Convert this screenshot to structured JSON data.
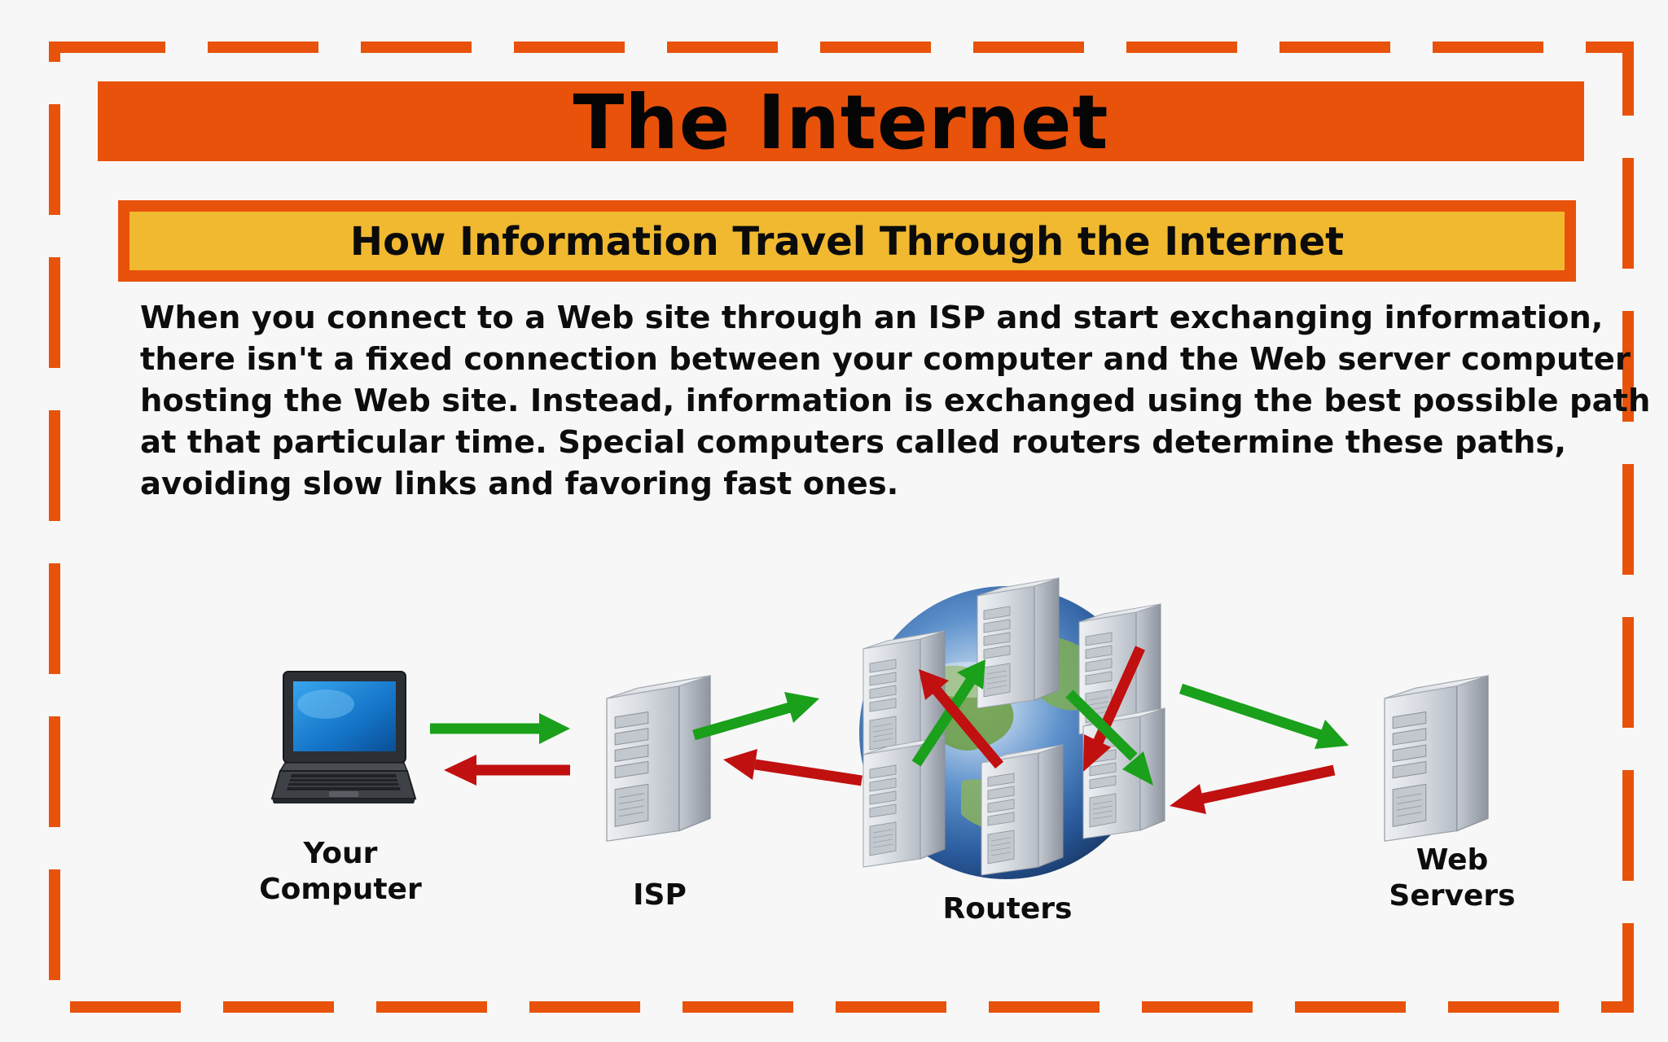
{
  "slide": {
    "title": "The Internet",
    "subtitle": "How Information Travel Through the Internet",
    "body_lines": [
      "When you connect to a Web site through an ISP and start exchanging information,",
      "there isn't a fixed connection between your computer and the Web server computer",
      "hosting the Web site. Instead, information is exchanged using the best possible path",
      "at that particular time. Special computers called routers determine these paths,",
      "avoiding slow links and favoring fast ones."
    ]
  },
  "diagram": {
    "nodes": {
      "computer": {
        "line1": "Your",
        "line2": "Computer",
        "icon": "laptop-icon"
      },
      "isp": {
        "label": "ISP",
        "icon": "server-tower-icon"
      },
      "routers": {
        "label": "Routers",
        "icon": "globe-with-servers-icon"
      },
      "web_servers": {
        "line1": "Web",
        "line2": "Servers",
        "icon": "server-tower-icon"
      }
    },
    "colors": {
      "accent": "#e8520b",
      "subtitle_fill": "#f1b92f",
      "forward_arrow": "#1aa01a",
      "return_arrow": "#c01010"
    }
  }
}
